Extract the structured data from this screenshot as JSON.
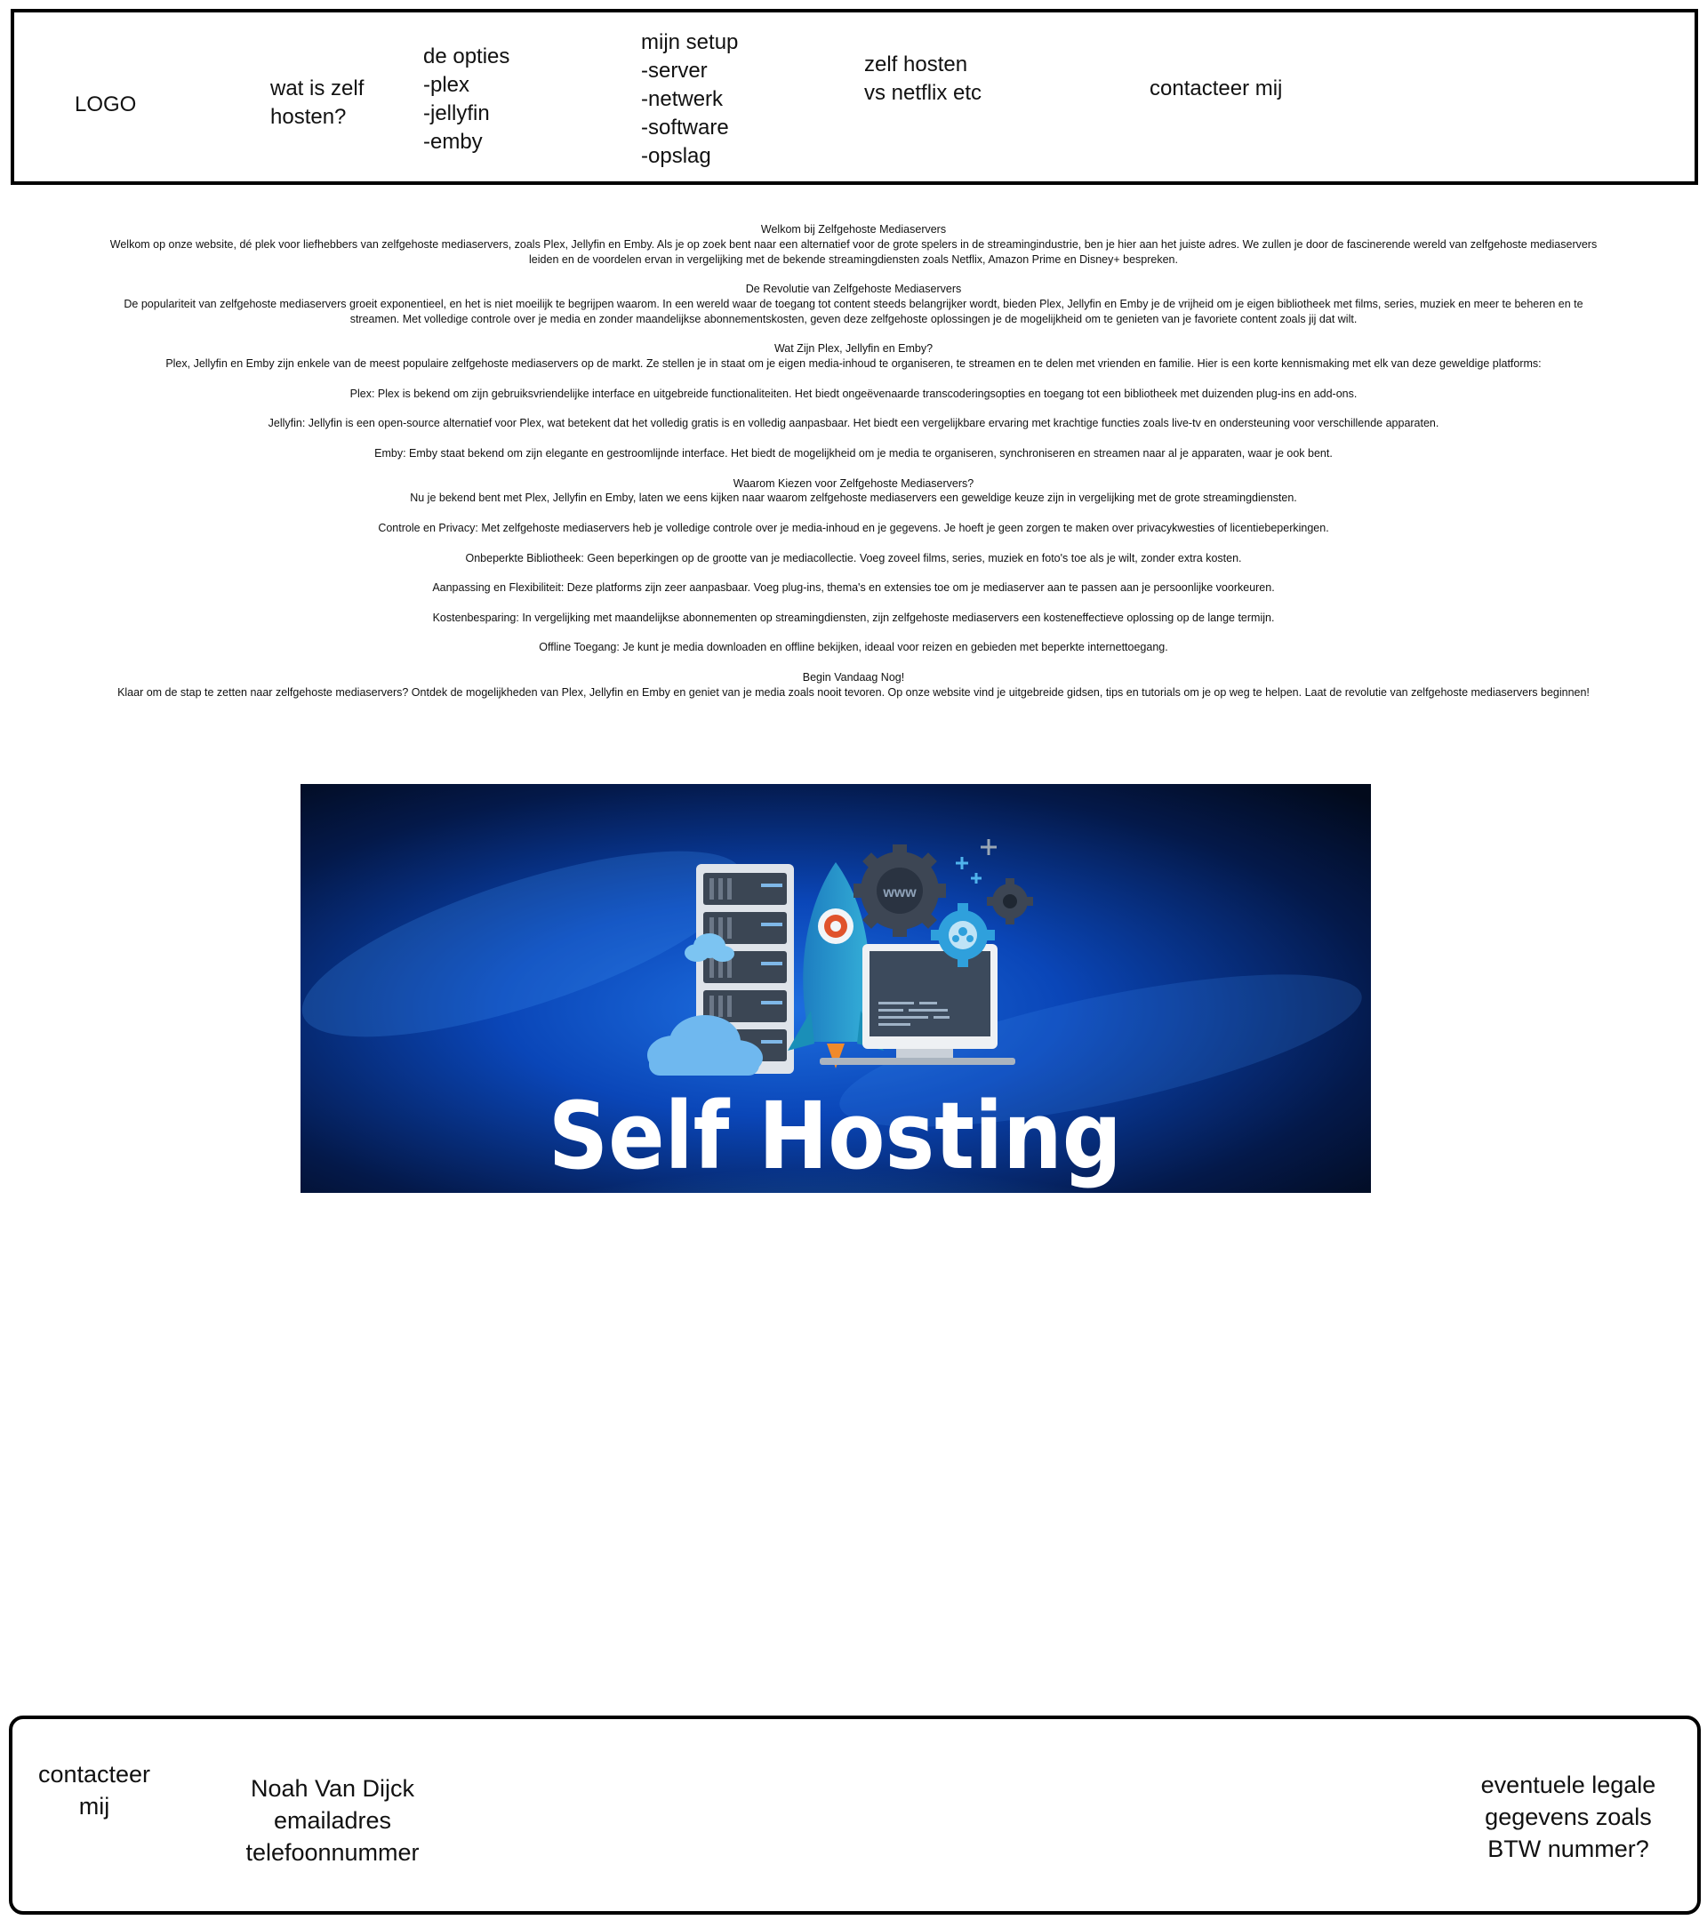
{
  "header": {
    "logo": "LOGO",
    "nav": [
      {
        "label": "wat is zelf\nhosten?"
      },
      {
        "label": "de opties\n-plex\n-jellyfin\n-emby"
      },
      {
        "label": "mijn setup\n-server\n-netwerk\n-software\n-opslag"
      },
      {
        "label": "zelf hosten\nvs netflix etc"
      },
      {
        "label": "contacteer mij"
      }
    ]
  },
  "article": {
    "paragraphs": [
      {
        "title": "Welkom bij Zelfgehoste Mediaservers",
        "body": "Welkom op onze website, dé plek voor liefhebbers van zelfgehoste mediaservers, zoals Plex, Jellyfin en Emby. Als je op zoek bent naar een alternatief voor de grote spelers in de streamingindustrie, ben je hier aan het juiste adres. We zullen je door de fascinerende wereld van zelfgehoste mediaservers leiden en de voordelen ervan in vergelijking met de bekende streamingdiensten zoals Netflix, Amazon Prime en Disney+ bespreken."
      },
      {
        "title": "De Revolutie van Zelfgehoste Mediaservers",
        "body": "De populariteit van zelfgehoste mediaservers groeit exponentieel, en het is niet moeilijk te begrijpen waarom. In een wereld waar de toegang tot content steeds belangrijker wordt, bieden Plex, Jellyfin en Emby je de vrijheid om je eigen bibliotheek met films, series, muziek en meer te beheren en te streamen. Met volledige controle over je media en zonder maandelijkse abonnementskosten, geven deze zelfgehoste oplossingen je de mogelijkheid om te genieten van je favoriete content zoals jij dat wilt."
      },
      {
        "title": "Wat Zijn Plex, Jellyfin en Emby?",
        "body": "Plex, Jellyfin en Emby zijn enkele van de meest populaire zelfgehoste mediaservers op de markt. Ze stellen je in staat om je eigen media-inhoud te organiseren, te streamen en te delen met vrienden en familie. Hier is een korte kennismaking met elk van deze geweldige platforms:"
      },
      {
        "title": "",
        "body": "Plex: Plex is bekend om zijn gebruiksvriendelijke interface en uitgebreide functionaliteiten. Het biedt ongeëvenaarde transcoderingsopties en toegang tot een bibliotheek met duizenden plug-ins en add-ons."
      },
      {
        "title": "",
        "body": "Jellyfin: Jellyfin is een open-source alternatief voor Plex, wat betekent dat het volledig gratis is en volledig aanpasbaar. Het biedt een vergelijkbare ervaring met krachtige functies zoals live-tv en ondersteuning voor verschillende apparaten."
      },
      {
        "title": "",
        "body": "Emby: Emby staat bekend om zijn elegante en gestroomlijnde interface. Het biedt de mogelijkheid om je media te organiseren, synchroniseren en streamen naar al je apparaten, waar je ook bent."
      },
      {
        "title": "Waarom Kiezen voor Zelfgehoste Mediaservers?",
        "body": "Nu je bekend bent met Plex, Jellyfin en Emby, laten we eens kijken naar waarom zelfgehoste mediaservers een geweldige keuze zijn in vergelijking met de grote streamingdiensten."
      },
      {
        "title": "",
        "body": "Controle en Privacy: Met zelfgehoste mediaservers heb je volledige controle over je media-inhoud en je gegevens. Je hoeft je geen zorgen te maken over privacykwesties of licentiebeperkingen."
      },
      {
        "title": "",
        "body": "Onbeperkte Bibliotheek: Geen beperkingen op de grootte van je mediacollectie. Voeg zoveel films, series, muziek en foto's toe als je wilt, zonder extra kosten."
      },
      {
        "title": "",
        "body": "Aanpassing en Flexibiliteit: Deze platforms zijn zeer aanpasbaar. Voeg plug-ins, thema's en extensies toe om je mediaserver aan te passen aan je persoonlijke voorkeuren."
      },
      {
        "title": "",
        "body": "Kostenbesparing: In vergelijking met maandelijkse abonnementen op streamingdiensten, zijn zelfgehoste mediaservers een kosteneffectieve oplossing op de lange termijn."
      },
      {
        "title": "",
        "body": "Offline Toegang: Je kunt je media downloaden en offline bekijken, ideaal voor reizen en gebieden met beperkte internettoegang."
      },
      {
        "title": "Begin Vandaag Nog!",
        "body": "Klaar om de stap te zetten naar zelfgehoste mediaservers? Ontdek de mogelijkheden van Plex, Jellyfin en Emby en geniet van je media zoals nooit tevoren. Op onze website vind je uitgebreide gidsen, tips en tutorials om je op weg te helpen. Laat de revolutie van zelfgehoste mediaservers beginnen!"
      }
    ]
  },
  "hero": {
    "caption": "Self Hosting",
    "badge": "www",
    "colors": {
      "deep": "#020a1c",
      "mid": "#0a46b8",
      "glow": "#3fa6f0",
      "server": "#dfe4ea"
    }
  },
  "footer": {
    "contact_label": "contacteer\nmij",
    "contact_details": "Noah Van Dijck\nemailadres\ntelefoonnummer",
    "legal": "eventuele legale\ngegevens zoals\nBTW nummer?"
  }
}
